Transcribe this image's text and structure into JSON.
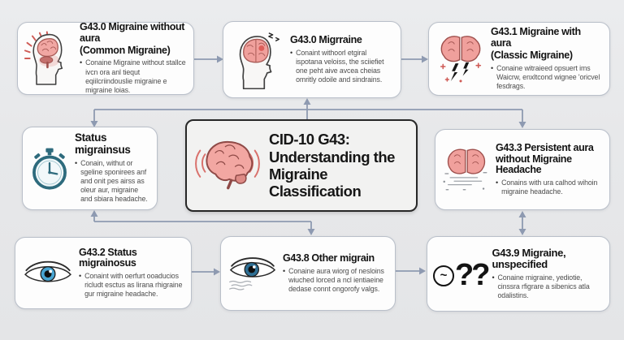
{
  "meta": {
    "background": "#e8e9ea",
    "arrow_color": "#8e9ab1",
    "card_border": "#b9bfc9",
    "center_border": "#272727",
    "brain_pink": "#f0a39e",
    "eye_blue": "#49a5d2",
    "stopwatch_teal": "#2e6b7d"
  },
  "center": {
    "icon": "brain-sound-waves-icon",
    "title_line1": "CID-10 G43:",
    "title_line2": "Understanding the",
    "title_line3": "Migraine Classification"
  },
  "boxes": {
    "g430a": {
      "icon": "head-brain-pain-icon",
      "title": "G43.0 Migraine without aura",
      "subtitle": "(Common Migraine)",
      "bullet": "Conaine Migraine without stallce ivcn ora anl tiequt eqiilcriindouslie migraine e migraine loias."
    },
    "g430b": {
      "icon": "head-brain-stress-icon",
      "title": "G43.0 Migrraine",
      "bullet": "Conaint withoorl etgiral ispotana veloiss, the sciiefiet one peht aive avcea cheias omritly odoile and sindrains."
    },
    "g431": {
      "icon": "brain-aura-lightning-icon",
      "title": "G43.1 Migraine with aura",
      "subtitle": "(Classic Migraine)",
      "bullet": "Conaine witraieed opsuert ims Waicrw, enxltcond wignee 'oricvel fesdrags."
    },
    "status": {
      "icon": "stopwatch-icon",
      "title": "Status migrainsus",
      "bullet": "Conain, withut or sgeline sponirees anf and onit pes airss as oleur aur, migraine and sbiara headache."
    },
    "g433": {
      "icon": "brain-persistent-aura-icon",
      "title": "G43.3 Persistent aura without Migraine Headache",
      "bullet": "Conains with ura calhod wihoin migraine headache."
    },
    "g432": {
      "icon": "eye-icon",
      "title": "G43.2 Status migrainosus",
      "bullet": "Conaint with oerfurt ooaducios ricludt esctus as lirana rhigraine gur migraine headache."
    },
    "g438": {
      "icon": "eye-scribble-icon",
      "title": "G43.8 Other migrain",
      "bullet": "Conaine aura wiorg of nesloins wiuched lorced a ncl ientiaeine dedase connt ongorofy valgs."
    },
    "g439": {
      "icon": "question-marks-icon",
      "icon_circle_glyph": "~",
      "icon_question_glyph": "??",
      "title": "G43.9 Migraine, unspecified",
      "bullet": "Conaine migraine, yediotie, cinssra rfigrare a sibenics atla odalistins."
    }
  }
}
